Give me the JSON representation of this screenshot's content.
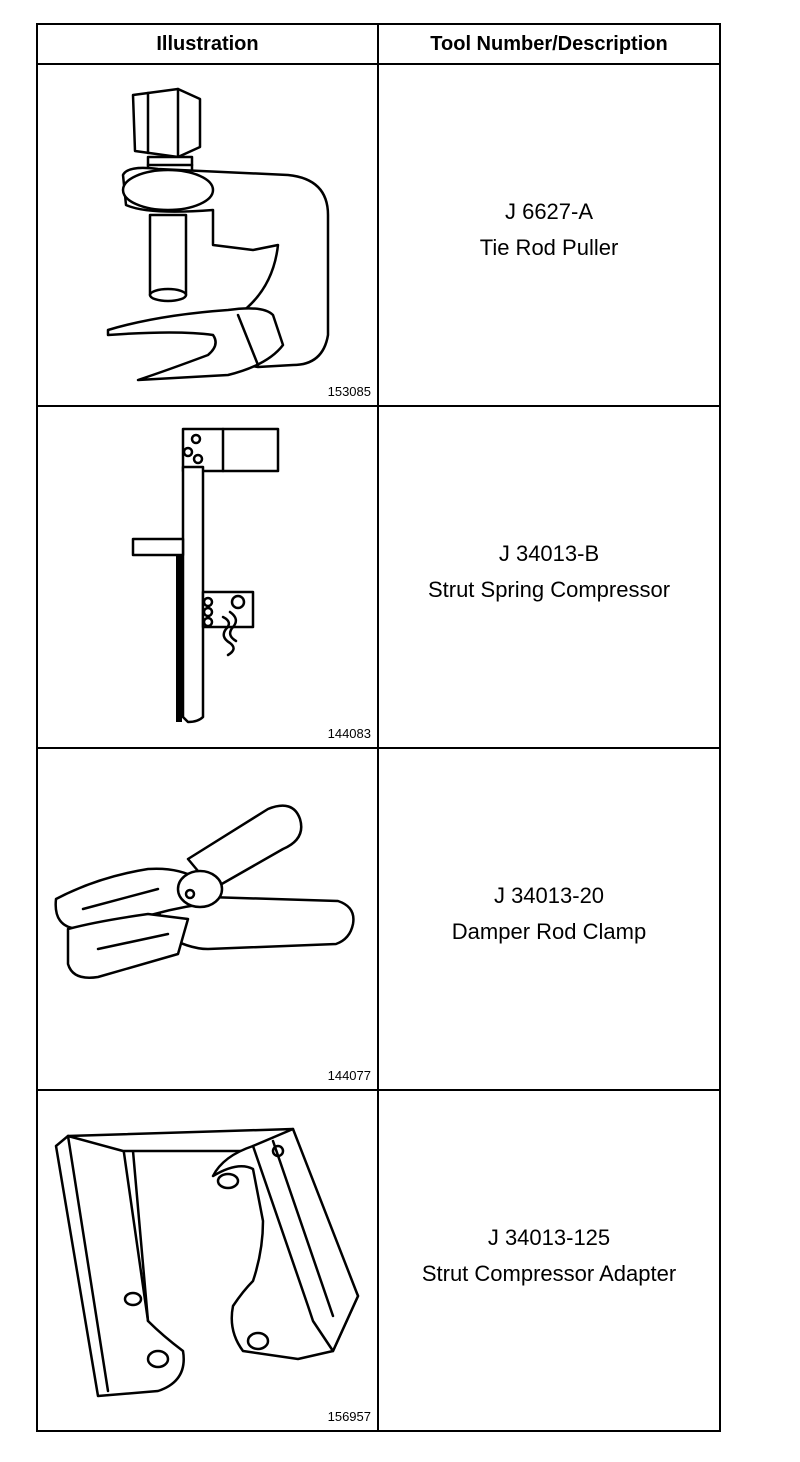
{
  "table": {
    "headers": {
      "illustration": "Illustration",
      "tool": "Tool Number/Description"
    },
    "rows": [
      {
        "figure_number": "153085",
        "tool_number": "J 6627-A",
        "description": "Tie Rod Puller",
        "icon": "tie-rod-puller"
      },
      {
        "figure_number": "144083",
        "tool_number": "J 34013-B",
        "description": "Strut Spring Compressor",
        "icon": "strut-spring-compressor"
      },
      {
        "figure_number": "144077",
        "tool_number": "J 34013-20",
        "description": "Damper Rod Clamp",
        "icon": "damper-rod-clamp"
      },
      {
        "figure_number": "156957",
        "tool_number": "J 34013-125",
        "description": "Strut Compressor Adapter",
        "icon": "strut-compressor-adapter"
      }
    ]
  }
}
